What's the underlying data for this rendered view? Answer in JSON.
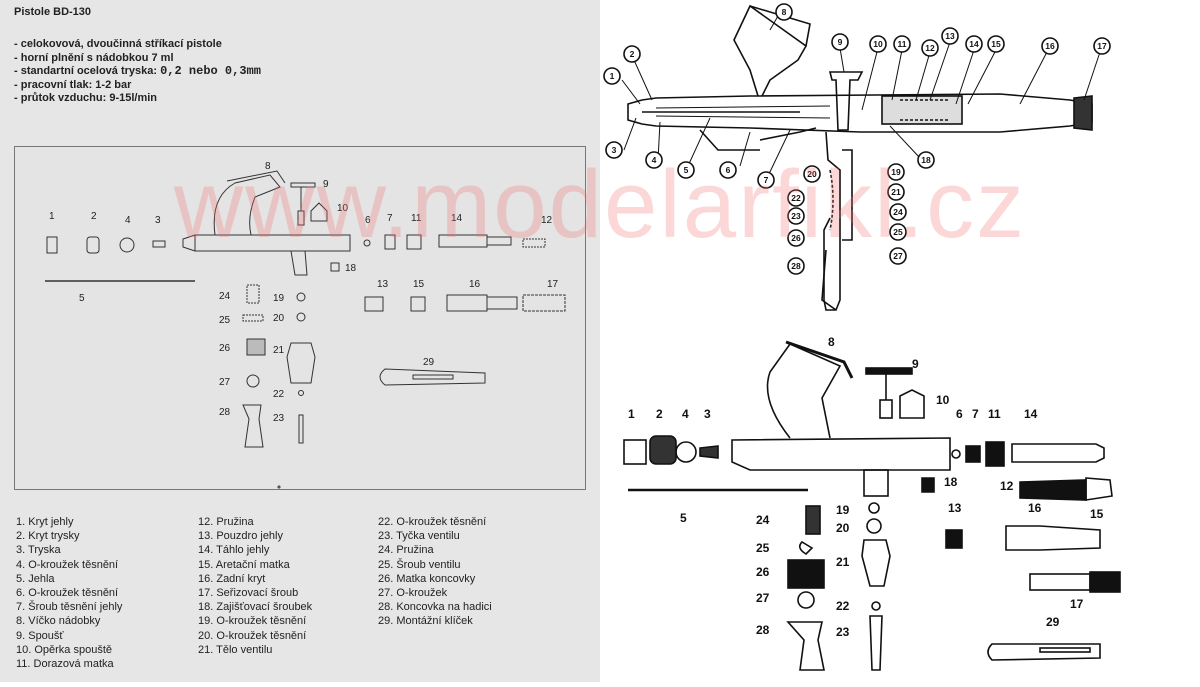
{
  "title": "Pistole BD-130",
  "specs": [
    {
      "text": "- celokovová, dvoučinná stříkací pistole",
      "value": ""
    },
    {
      "text": "- horní plnění s nádobkou 7 ml",
      "value": ""
    },
    {
      "text": "- standartní ocelová tryska: ",
      "value": "0,2 nebo 0,3mm"
    },
    {
      "text": "- pracovní tlak: 1-2 bar",
      "value": ""
    },
    {
      "text": "- průtok vzduchu: 9-15l/min",
      "value": ""
    }
  ],
  "watermark": "www.modelarfikl.cz",
  "parts": [
    "1. Kryt jehly",
    "2. Kryt trysky",
    "3. Tryska",
    "4. O-kroužek těsnění",
    "5. Jehla",
    "6. O-kroužek těsnění",
    "7. Šroub těsnění jehly",
    "8. Víčko nádobky",
    "9. Spoušť",
    "10. Opěrka spouště",
    "11. Dorazová matka",
    "12. Pružina",
    "13. Pouzdro jehly",
    "14. Táhlo jehly",
    "15. Aretační matka",
    "16. Zadní kryt",
    "17. Seřizovací šroub",
    "18. Zajišťovací šroubek",
    "19. O-kroužek těsnění",
    "20. O-kroužek těsnění",
    "21. Tělo ventilu",
    "22. O-kroužek těsnění",
    "23. Tyčka ventilu",
    "24. Pružina",
    "25. Šroub ventilu",
    "26. Matka koncovky",
    "27. O-kroužek",
    "28. Koncovka na hadici",
    "29. Montážní klíček"
  ],
  "labels": {
    "n1": "1",
    "n2": "2",
    "n3": "3",
    "n4": "4",
    "n5": "5",
    "n6": "6",
    "n7": "7",
    "n8": "8",
    "n9": "9",
    "n10": "10",
    "n11": "11",
    "n12": "12",
    "n13": "13",
    "n14": "14",
    "n15": "15",
    "n16": "16",
    "n17": "17",
    "n18": "18",
    "n19": "19",
    "n20": "20",
    "n21": "21",
    "n22": "22",
    "n23": "23",
    "n24": "24",
    "n25": "25",
    "n26": "26",
    "n27": "27",
    "n28": "28",
    "n29": "29"
  }
}
